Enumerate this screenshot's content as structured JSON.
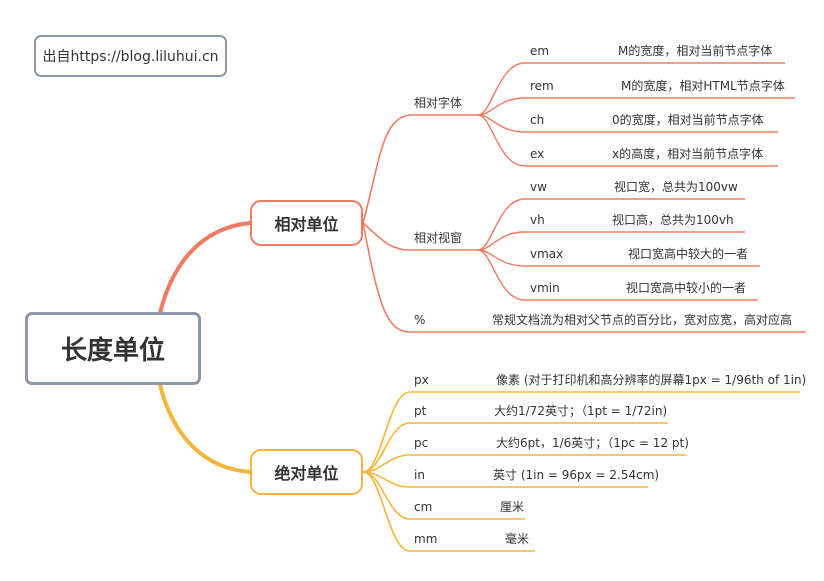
{
  "source_note": "出自https://blog.liluhui.cn",
  "root": {
    "label": "长度单位"
  },
  "colors": {
    "relative": "#f07a62",
    "absolute": "#f5b53a",
    "root_border": "#8f98a8",
    "source_border": "#8f98a8"
  },
  "relative": {
    "label": "相对单位",
    "font_group": {
      "label": "相对字体",
      "items": [
        {
          "unit": "em",
          "desc": "M的宽度，相对当前节点字体"
        },
        {
          "unit": "rem",
          "desc": "M的宽度，相对HTML节点字体"
        },
        {
          "unit": "ch",
          "desc": "0的宽度，相对当前节点字体"
        },
        {
          "unit": "ex",
          "desc": "x的高度，相对当前节点字体"
        }
      ]
    },
    "viewport_group": {
      "label": "相对视窗",
      "items": [
        {
          "unit": "vw",
          "desc": "视口宽，总共为100vw"
        },
        {
          "unit": "vh",
          "desc": "视口高，总共为100vh"
        },
        {
          "unit": "vmax",
          "desc": "视口宽高中较大的一者"
        },
        {
          "unit": "vmin",
          "desc": "视口宽高中较小的一者"
        }
      ]
    },
    "percent": {
      "unit": "%",
      "desc": "常规文档流为相对父节点的百分比，宽对应宽，高对应高"
    }
  },
  "absolute": {
    "label": "绝对单位",
    "items": [
      {
        "unit": "px",
        "desc": "像素 (对于打印机和高分辨率的屏幕1px = 1/96th of 1in)"
      },
      {
        "unit": "pt",
        "desc": "大约1/72英寸；（1pt = 1/72in)"
      },
      {
        "unit": "pc",
        "desc": "大约6pt，1/6英寸；（1pc = 12 pt)"
      },
      {
        "unit": "in",
        "desc": "英寸 (1in = 96px = 2.54cm)"
      },
      {
        "unit": "cm",
        "desc": "厘米"
      },
      {
        "unit": "mm",
        "desc": "毫米"
      }
    ]
  }
}
